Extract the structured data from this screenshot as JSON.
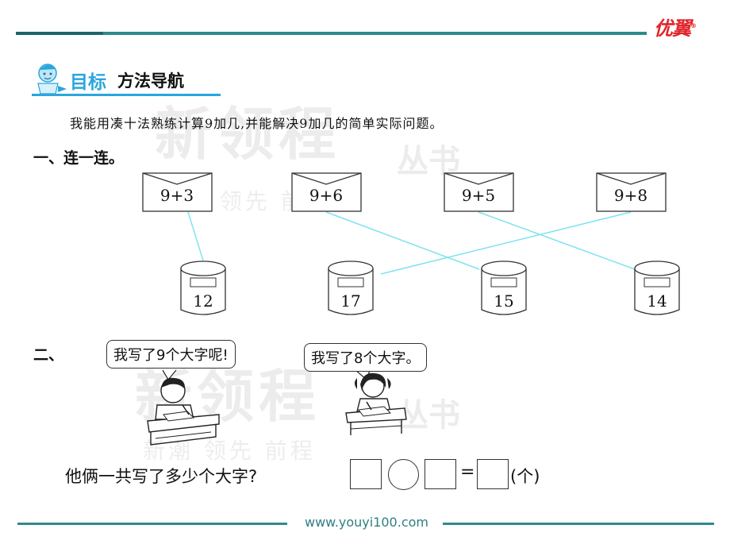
{
  "brand": {
    "logo": "优翼",
    "site": "www.youyi100.com"
  },
  "watermark": {
    "main": "新领程",
    "series": "丛书",
    "slogan": "新潮 领先 前程"
  },
  "goal": {
    "title_a": "目标",
    "title_b": "方法导航",
    "text": "我能用凑十法熟练计算9加几,并能解决9加几的简单实际问题。"
  },
  "section1": {
    "title": "一、连一连。",
    "envelopes": [
      "9+3",
      "9+6",
      "9+5",
      "9+8"
    ],
    "cylinders": [
      "12",
      "17",
      "15",
      "14"
    ]
  },
  "section2": {
    "title": "二、",
    "bubble_boy": "我写了9个大字呢!",
    "bubble_girl": "我写了8个大字。",
    "question": "他俩一共写了多少个大字?",
    "equals": "=",
    "unit": "(个)"
  },
  "colors": {
    "teal": "#2f8a8e",
    "cyan_line": "#7fe3ef",
    "goal_blue": "#2aa6dd",
    "logo_red": "#e0262b"
  }
}
